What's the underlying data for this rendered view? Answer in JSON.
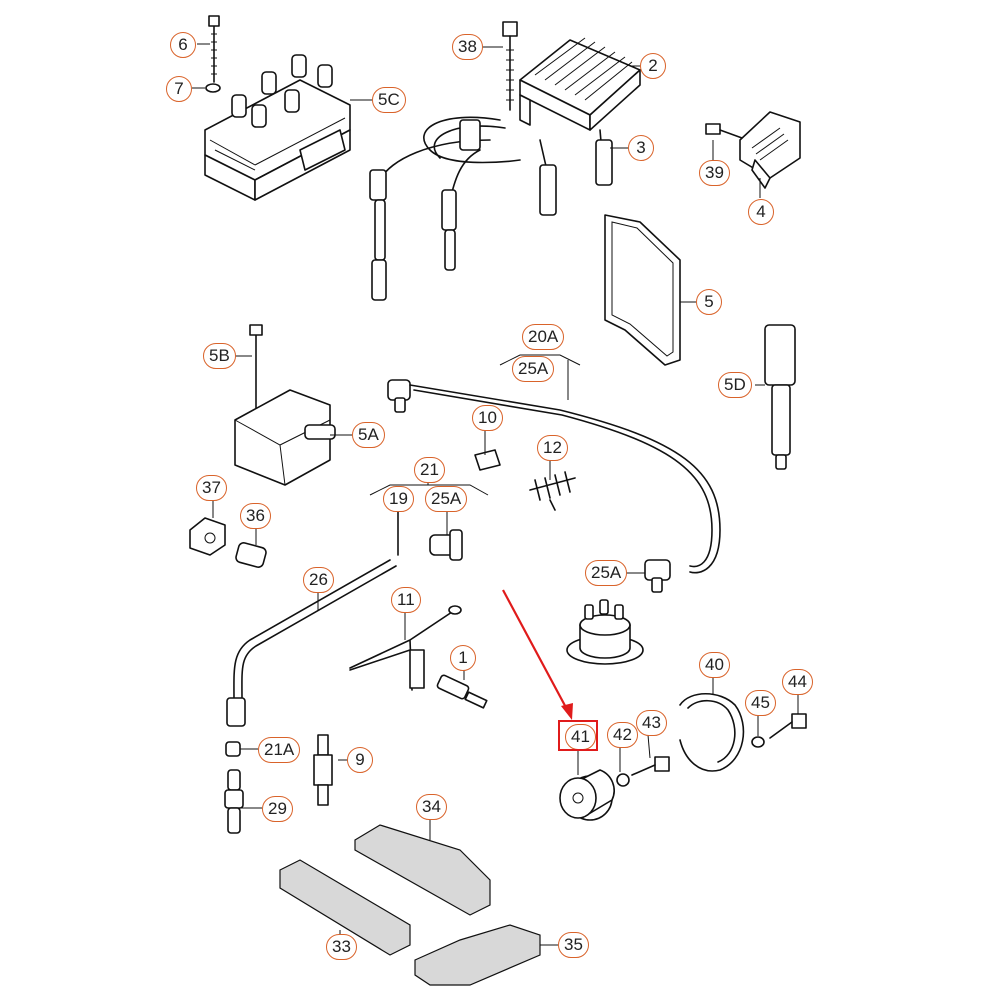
{
  "labels": {
    "p6": "6",
    "p7": "7",
    "p5c": "5C",
    "p38": "38",
    "p2": "2",
    "p3": "3",
    "p39": "39",
    "p4": "4",
    "p5": "5",
    "p20a": "20A",
    "p25a_top": "25A",
    "p5d": "5D",
    "p5b": "5B",
    "p5a": "5A",
    "p10": "10",
    "p12": "12",
    "p21": "21",
    "p19": "19",
    "p25a_mid": "25A",
    "p37": "37",
    "p36": "36",
    "p26": "26",
    "p25a_right": "25A",
    "p11": "11",
    "p1": "1",
    "p40": "40",
    "p44": "44",
    "p45": "45",
    "p41": "41",
    "p42": "42",
    "p43": "43",
    "p21a": "21A",
    "p9": "9",
    "p29": "29",
    "p34": "34",
    "p33": "33",
    "p35": "35"
  },
  "highlight": {
    "part": "41",
    "color": "#e01b1b"
  },
  "colors": {
    "label_border": "#d9632a",
    "arrow": "#e01b1b",
    "line": "#111111"
  }
}
